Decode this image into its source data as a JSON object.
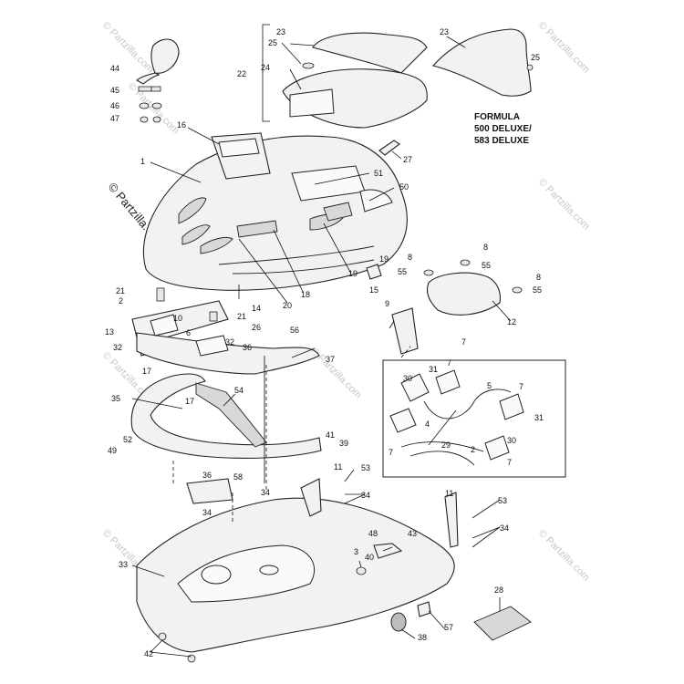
{
  "watermarks": {
    "small": "© Partzilla.com",
    "main": "© Partzilla.com"
  },
  "model_note": [
    "FORMULA",
    "500 DELUXE/",
    "583 DELUXE"
  ],
  "callouts": {
    "c1": "1",
    "c2": "2",
    "c3": "3",
    "c4": "4",
    "c5": "5",
    "c7": "7",
    "c8": "8",
    "c9": "9",
    "c10": "10",
    "c11": "11",
    "c12": "12",
    "c13": "13",
    "c14": "14",
    "c15": "15",
    "c16": "16",
    "c17": "17",
    "c18": "18",
    "c19": "19",
    "c20": "20",
    "c21": "21",
    "c22": "22",
    "c23": "23",
    "c24": "24",
    "c25": "25",
    "c26": "26",
    "c27": "27",
    "c28": "28",
    "c29": "29",
    "c30": "30",
    "c31": "31",
    "c32": "32",
    "c33": "33",
    "c34": "34",
    "c35": "35",
    "c36": "36",
    "c37": "37",
    "c38": "38",
    "c39": "39",
    "c40": "40",
    "c41": "41",
    "c42": "42",
    "c43": "43",
    "c44": "44",
    "c45": "45",
    "c46": "46",
    "c47": "47",
    "c48": "48",
    "c49": "49",
    "c50": "50",
    "c51": "51",
    "c52": "52",
    "c53": "53",
    "c54": "54",
    "c55": "55",
    "c56": "56",
    "c57": "57",
    "c58": "58"
  }
}
